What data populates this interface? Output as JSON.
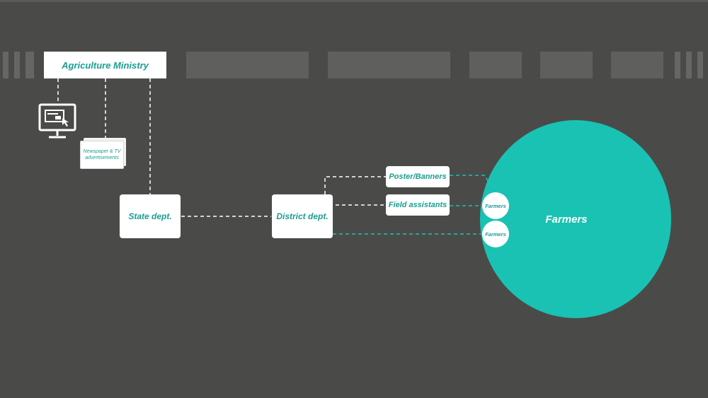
{
  "ministry": {
    "label": "Agriculture Ministry"
  },
  "channels": {
    "newspaper": {
      "label": "Newspaper & TV advertisements"
    },
    "website": {
      "icon": "computer-monitor-icon"
    }
  },
  "departments": {
    "state": {
      "label": "State dept."
    },
    "district": {
      "label": "District dept."
    }
  },
  "outreach": {
    "poster": {
      "label": "Poster/Banners"
    },
    "field": {
      "label": "Field assistants"
    }
  },
  "farmers": {
    "group_label": "Farmers",
    "node1_label": "Farmers",
    "node2_label": "Farmers"
  },
  "colors": {
    "background": "#4a4b49",
    "accent": "#1ac2b3",
    "text_accent": "#1a9e92",
    "box": "#ffffff"
  }
}
